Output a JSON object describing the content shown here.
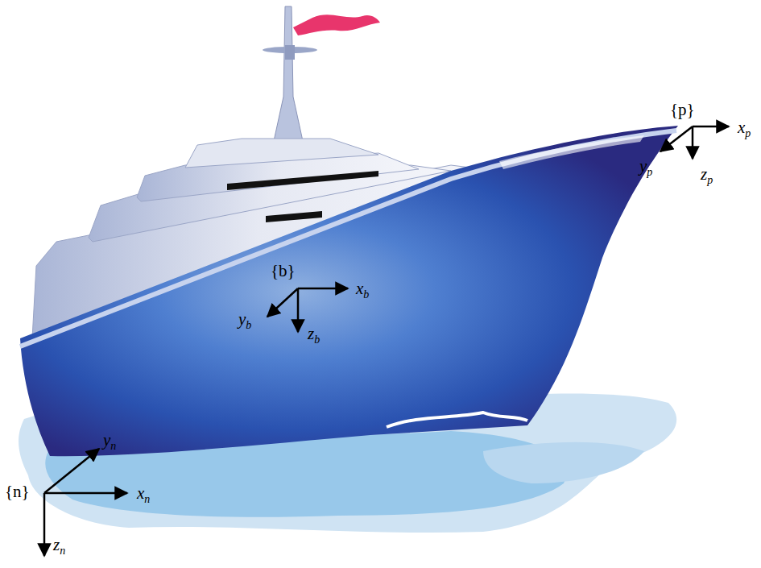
{
  "diagram": {
    "labels": [
      "{p}",
      "xp",
      "yp",
      "zp",
      "{b}",
      "xb",
      "yb",
      "zb",
      "{n}",
      "xn",
      "yn",
      "zn"
    ]
  }
}
